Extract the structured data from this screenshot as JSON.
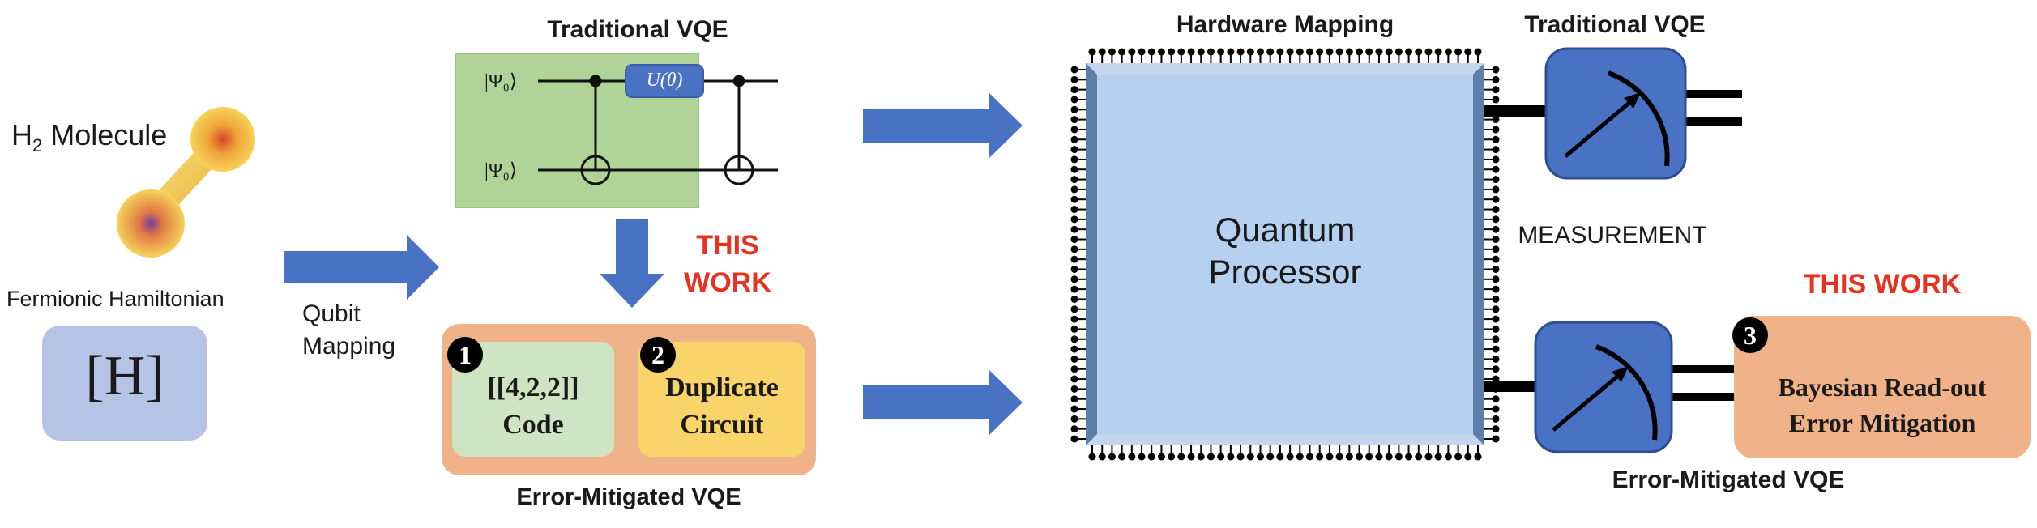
{
  "molecule": {
    "title_base": "H",
    "title_sub": "2",
    "title_rest": " Molecule",
    "hamiltonian_label": "Fermionic Hamiltonian",
    "hamiltonian_symbol": "[H]"
  },
  "qubit_mapping": {
    "line1": "Qubit",
    "line2": "Mapping"
  },
  "traditional_circuit": {
    "title": "Traditional VQE",
    "ket_top": "|Ψ₀⟩",
    "ket_bottom": "|Ψ₀⟩",
    "gate": "U(θ)"
  },
  "this_work_1": {
    "line1": "THIS",
    "line2": "WORK"
  },
  "error_mitigated": {
    "title": "Error-Mitigated VQE",
    "code": {
      "number": "1",
      "line1": "[[4,2,2]]",
      "line2": "Code"
    },
    "duplicate": {
      "number": "2",
      "line1": "Duplicate",
      "line2": "Circuit"
    }
  },
  "hardware": {
    "title": "Hardware Mapping",
    "processor_line1": "Quantum",
    "processor_line2": "Processor"
  },
  "measurement": {
    "top_title": "Traditional VQE",
    "label": "MEASUREMENT",
    "this_work": "THIS WORK",
    "bayesian": {
      "number": "3",
      "line1": "Bayesian Read-out",
      "line2": "Error Mitigation"
    },
    "bottom_title": "Error-Mitigated VQE"
  },
  "colors": {
    "arrow": "#4a72c4",
    "green_panel": "#b0d397",
    "orange_panel": "#f0b389",
    "code_box": "#cde5c2",
    "duplicate_box": "#f9d46a",
    "processor": "#b6d1f0",
    "meter": "#4a72c4",
    "hamiltonian_box": "#b5c3e4",
    "red_text": "#e8311f"
  }
}
